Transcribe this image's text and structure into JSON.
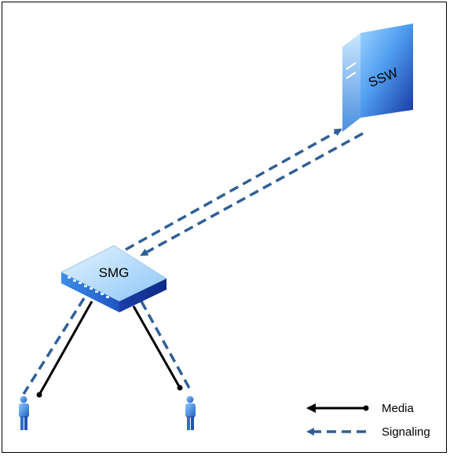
{
  "nodes": {
    "ssw": {
      "label": "SSW"
    },
    "smg": {
      "label": "SMG"
    },
    "user_left": {
      "label": ""
    },
    "user_right": {
      "label": ""
    }
  },
  "legend": {
    "media": {
      "label": "Media"
    },
    "signaling": {
      "label": "Signaling"
    }
  },
  "colors": {
    "signaling": "#2f5f96",
    "media": "#000000",
    "device_light": "#a9d6ff",
    "device_dark": "#1a3ea8",
    "person": "#3b86d6"
  },
  "icons": {
    "ssw": "server-icon",
    "smg": "switch-icon",
    "user": "person-icon"
  }
}
